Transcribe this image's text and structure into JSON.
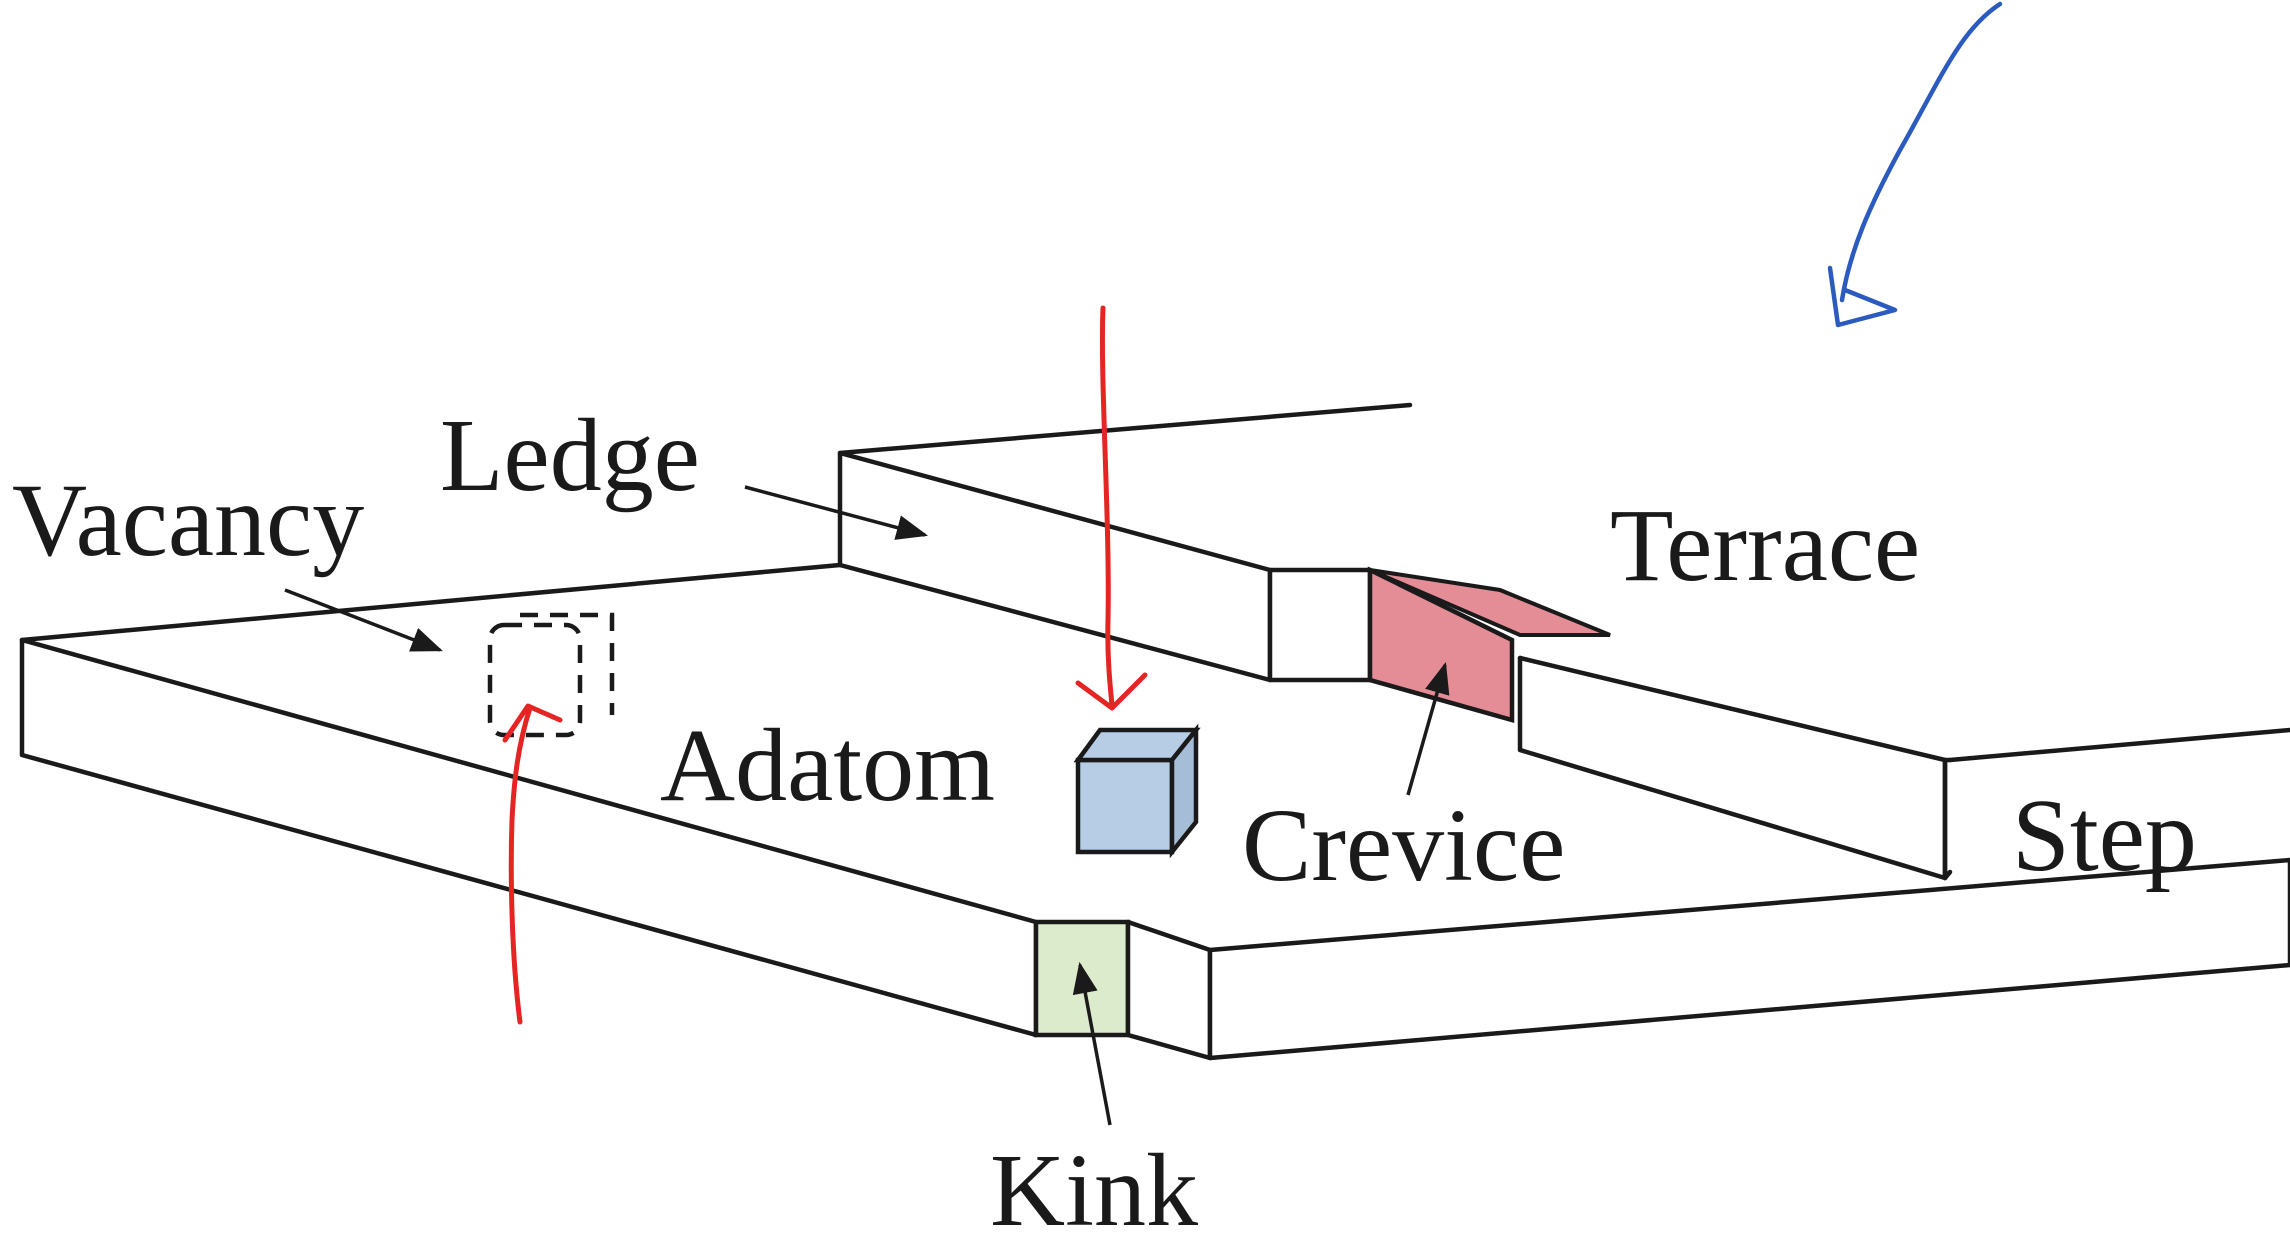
{
  "labels": {
    "vacancy": "Vacancy",
    "ledge": "Ledge",
    "terrace": "Terrace",
    "adatom": "Adatom",
    "crevice": "Crevice",
    "step": "Step",
    "kink": "Kink"
  },
  "colors": {
    "adatom_fill": "#b7cde6",
    "crevice_fill": "#e58d97",
    "kink_fill": "#dcebcc",
    "line": "#1a1a1a",
    "annotation_red": "#e52424",
    "annotation_blue": "#2b5bbf"
  }
}
